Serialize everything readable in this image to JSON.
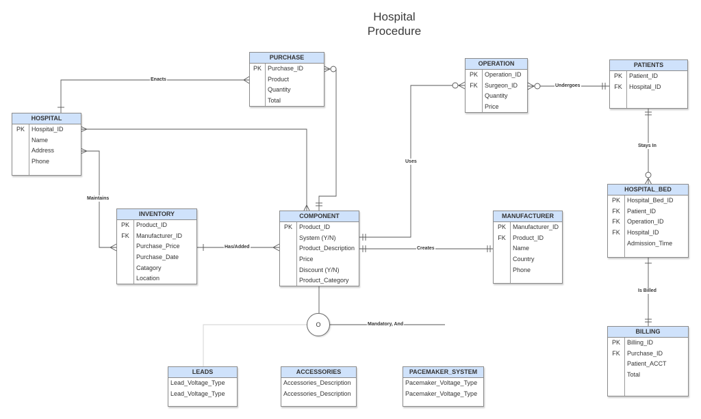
{
  "title": "Hospital\nProcedure",
  "entities": {
    "purchase": {
      "name": "PURCHASE",
      "rows": [
        {
          "key": "PK",
          "field": "Purchase_ID"
        },
        {
          "key": "",
          "field": "Product"
        },
        {
          "key": "",
          "field": "Quantity"
        },
        {
          "key": "",
          "field": "Total"
        }
      ]
    },
    "hospital": {
      "name": "HOSPITAL",
      "rows": [
        {
          "key": "PK",
          "field": "Hospital_ID"
        },
        {
          "key": "",
          "field": "Name"
        },
        {
          "key": "",
          "field": "Address"
        },
        {
          "key": "",
          "field": "Phone"
        }
      ]
    },
    "operation": {
      "name": "OPERATION",
      "rows": [
        {
          "key": "PK",
          "field": "Operation_ID"
        },
        {
          "key": "FK",
          "field": "Surgeon_ID"
        },
        {
          "key": "",
          "field": "Quantity"
        },
        {
          "key": "",
          "field": "Price"
        }
      ]
    },
    "patients": {
      "name": "PATIENTS",
      "rows": [
        {
          "key": "PK",
          "field": "Patient_ID"
        },
        {
          "key": "FK",
          "field": "Hospital_ID"
        }
      ]
    },
    "inventory": {
      "name": "INVENTORY",
      "rows": [
        {
          "key": "PK",
          "field": "Product_ID"
        },
        {
          "key": "FK",
          "field": "Manufacturer_ID"
        },
        {
          "key": "",
          "field": "Purchase_Price"
        },
        {
          "key": "",
          "field": "Purchase_Date"
        },
        {
          "key": "",
          "field": "Catagory"
        },
        {
          "key": "",
          "field": "Location"
        }
      ]
    },
    "component": {
      "name": "COMPONENT",
      "rows": [
        {
          "key": "PK",
          "field": "Product_ID"
        },
        {
          "key": "",
          "field": "System (Y/N)"
        },
        {
          "key": "",
          "field": "Product_Description"
        },
        {
          "key": "",
          "field": "Price"
        },
        {
          "key": "",
          "field": "Discount (Y/N)"
        },
        {
          "key": "",
          "field": "Product_Category"
        }
      ]
    },
    "manufacturer": {
      "name": "MANUFACTURER",
      "rows": [
        {
          "key": "PK",
          "field": "Manufacturer_ID"
        },
        {
          "key": "FK",
          "field": "Product_ID"
        },
        {
          "key": "",
          "field": "Name"
        },
        {
          "key": "",
          "field": "Country"
        },
        {
          "key": "",
          "field": "Phone"
        }
      ]
    },
    "hospital_bed": {
      "name": "HOSPITAL_BED",
      "rows": [
        {
          "key": "PK",
          "field": "Hospital_Bed_ID"
        },
        {
          "key": "FK",
          "field": "Patient_ID"
        },
        {
          "key": "FK",
          "field": "Operation_ID"
        },
        {
          "key": "FK",
          "field": "Hospital_ID"
        },
        {
          "key": "",
          "field": "Admission_Time"
        }
      ]
    },
    "billing": {
      "name": "BILLING",
      "rows": [
        {
          "key": "PK",
          "field": "Billing_ID"
        },
        {
          "key": "FK",
          "field": "Purchase_ID"
        },
        {
          "key": "",
          "field": "Patient_ACCT"
        },
        {
          "key": "",
          "field": "Total"
        }
      ]
    },
    "leads": {
      "name": "LEADS",
      "rows": [
        {
          "key": "",
          "field": "Lead_Voltage_Type"
        },
        {
          "key": "",
          "field": "Lead_Voltage_Type"
        }
      ]
    },
    "accessories": {
      "name": "ACCESSORIES",
      "rows": [
        {
          "key": "",
          "field": "Accessories_Description"
        },
        {
          "key": "",
          "field": "Accessories_Description"
        }
      ]
    },
    "pacemaker_system": {
      "name": "PACEMAKER_SYSTEM",
      "rows": [
        {
          "key": "",
          "field": "Pacemaker_Voltage_Type"
        },
        {
          "key": "",
          "field": "Pacemaker_Voltage_Type"
        }
      ]
    }
  },
  "relationships": {
    "enacts": "Enacts",
    "maintains": "Maintains",
    "has_added": "Has/Added",
    "uses": "Uses",
    "creates": "Creates",
    "undergoes": "Undergoes",
    "stays_in": "Stays In",
    "is_billed": "Is Billed",
    "mandatory_and": "Mandatory, And"
  },
  "disjoint_symbol": "O",
  "colors": {
    "header_fill": "#cfe2fb",
    "line": "#555555",
    "border": "#8a8a8a"
  }
}
